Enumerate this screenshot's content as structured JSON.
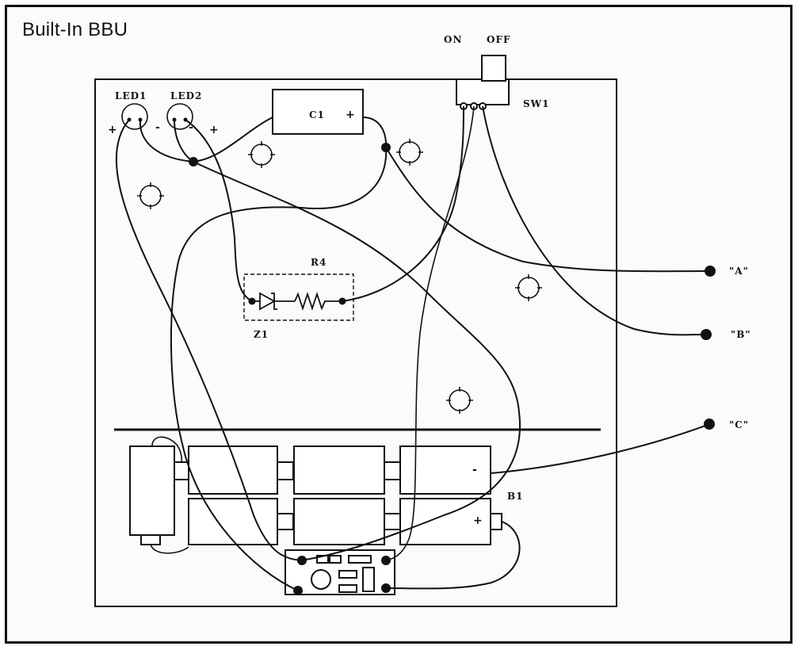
{
  "title": "Built-In BBU",
  "labels": {
    "led1": "LED1",
    "led2": "LED2",
    "c1": "C1",
    "c1_plus": "+",
    "sw1": "SW1",
    "sw_on": "ON",
    "sw_off": "OFF",
    "r4": "R4",
    "z1": "Z1",
    "b1": "B1",
    "batt_minus": "-",
    "batt_plus": "+",
    "led1_plus": "+",
    "led1_minus": "-",
    "led2_minus": "-",
    "led2_plus": "+",
    "term_a": "\"A\"",
    "term_b": "\"B\"",
    "term_c": "\"C\""
  }
}
